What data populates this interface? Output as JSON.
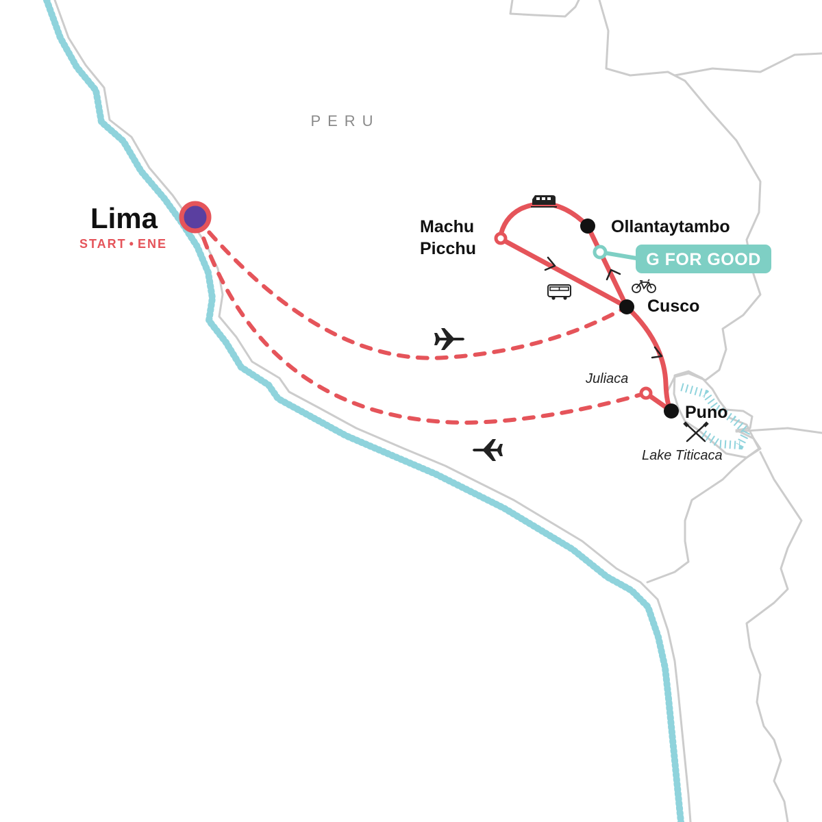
{
  "map": {
    "country_label": "PERU",
    "colors": {
      "route": "#e5545a",
      "stop": "#111111",
      "start_fill": "#5a3fa0",
      "coast": "#8fd3dc",
      "border": "#cccccc",
      "badge": "#7ecfc4",
      "icon": "#222222"
    },
    "start": {
      "name": "Lima",
      "tag_start": "START",
      "tag_separator": "•",
      "tag_end": "ENE"
    },
    "stops": {
      "machu_picchu_line1": "Machu",
      "machu_picchu_line2": "Picchu",
      "ollantaytambo": "Ollantaytambo",
      "cusco": "Cusco",
      "puno": "Puno",
      "juliaca": "Juliaca",
      "lake_titicaca": "Lake Titicaca"
    },
    "badge": {
      "label": "G FOR GOOD"
    },
    "icons": {
      "flight_to_cusco": "airplane-icon",
      "flight_from_juliaca": "airplane-icon",
      "train": "train-icon",
      "bus": "bus-icon",
      "bike": "bicycle-icon",
      "paddles": "kayak-paddles-icon"
    }
  }
}
